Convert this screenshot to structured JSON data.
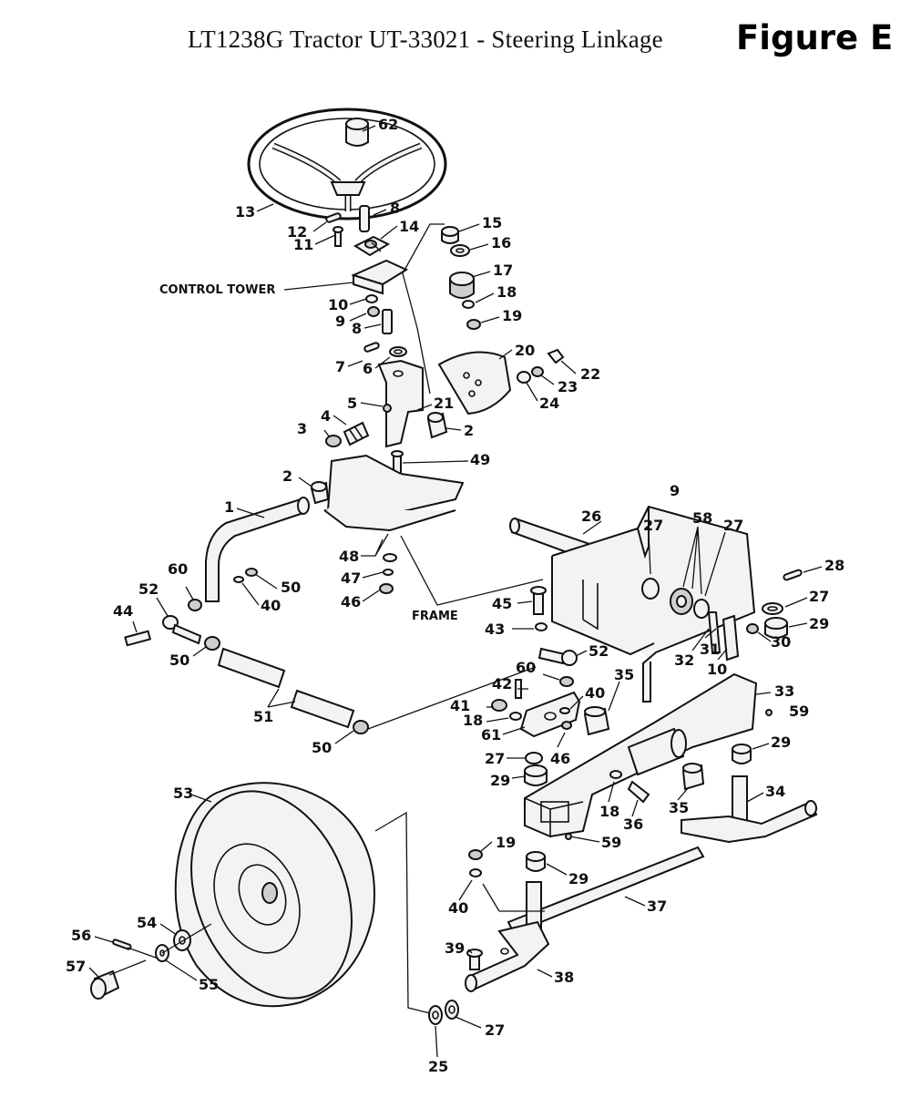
{
  "title": "LT1238G Tractor UT-33021 - Steering Linkage",
  "figure_label": "Figure E",
  "labels": {
    "control_tower": "CONTROL TOWER",
    "frame": "FRAME"
  },
  "callouts": {
    "n62": "62",
    "n13": "13",
    "n8a": "8",
    "n12": "12",
    "n14": "14",
    "n11": "11",
    "n15": "15",
    "n16": "16",
    "n17": "17",
    "n18a": "18",
    "n19a": "19",
    "n10a": "10",
    "n9a": "9",
    "n8b": "8",
    "n7": "7",
    "n6": "6",
    "n20": "20",
    "n22": "22",
    "n23": "23",
    "n24": "24",
    "n21": "21",
    "n2a": "2",
    "n5": "5",
    "n4": "4",
    "n3": "3",
    "n49": "49",
    "n2b": "2",
    "n1": "1",
    "n48": "48",
    "n47": "47",
    "n46a": "46",
    "n9b": "9",
    "n26": "26",
    "n27a": "27",
    "n58": "58",
    "n27b": "27",
    "n28": "28",
    "n27c": "27",
    "n29a": "29",
    "n45": "45",
    "n43": "43",
    "n52a": "52",
    "n32": "32",
    "n31": "31",
    "n10b": "10",
    "n30": "30",
    "n60a": "60",
    "n50a": "50",
    "n40a": "40",
    "n52b": "52",
    "n44": "44",
    "n50b": "50",
    "n51": "51",
    "n50c": "50",
    "n60b": "60",
    "n42": "42",
    "n35a": "35",
    "n33": "33",
    "n59a": "59",
    "n41": "41",
    "n40b": "40",
    "n18b": "18",
    "n61": "61",
    "n27d": "27",
    "n46b": "46",
    "n29b": "29",
    "n29c": "29",
    "n34": "34",
    "n18c": "18",
    "n36": "36",
    "n35b": "35",
    "n59b": "59",
    "n53": "53",
    "n19b": "19",
    "n29d": "29",
    "n40c": "40",
    "n37": "37",
    "n54": "54",
    "n56": "56",
    "n39": "39",
    "n38": "38",
    "n57": "57",
    "n55": "55",
    "n27e": "27",
    "n25": "25"
  }
}
